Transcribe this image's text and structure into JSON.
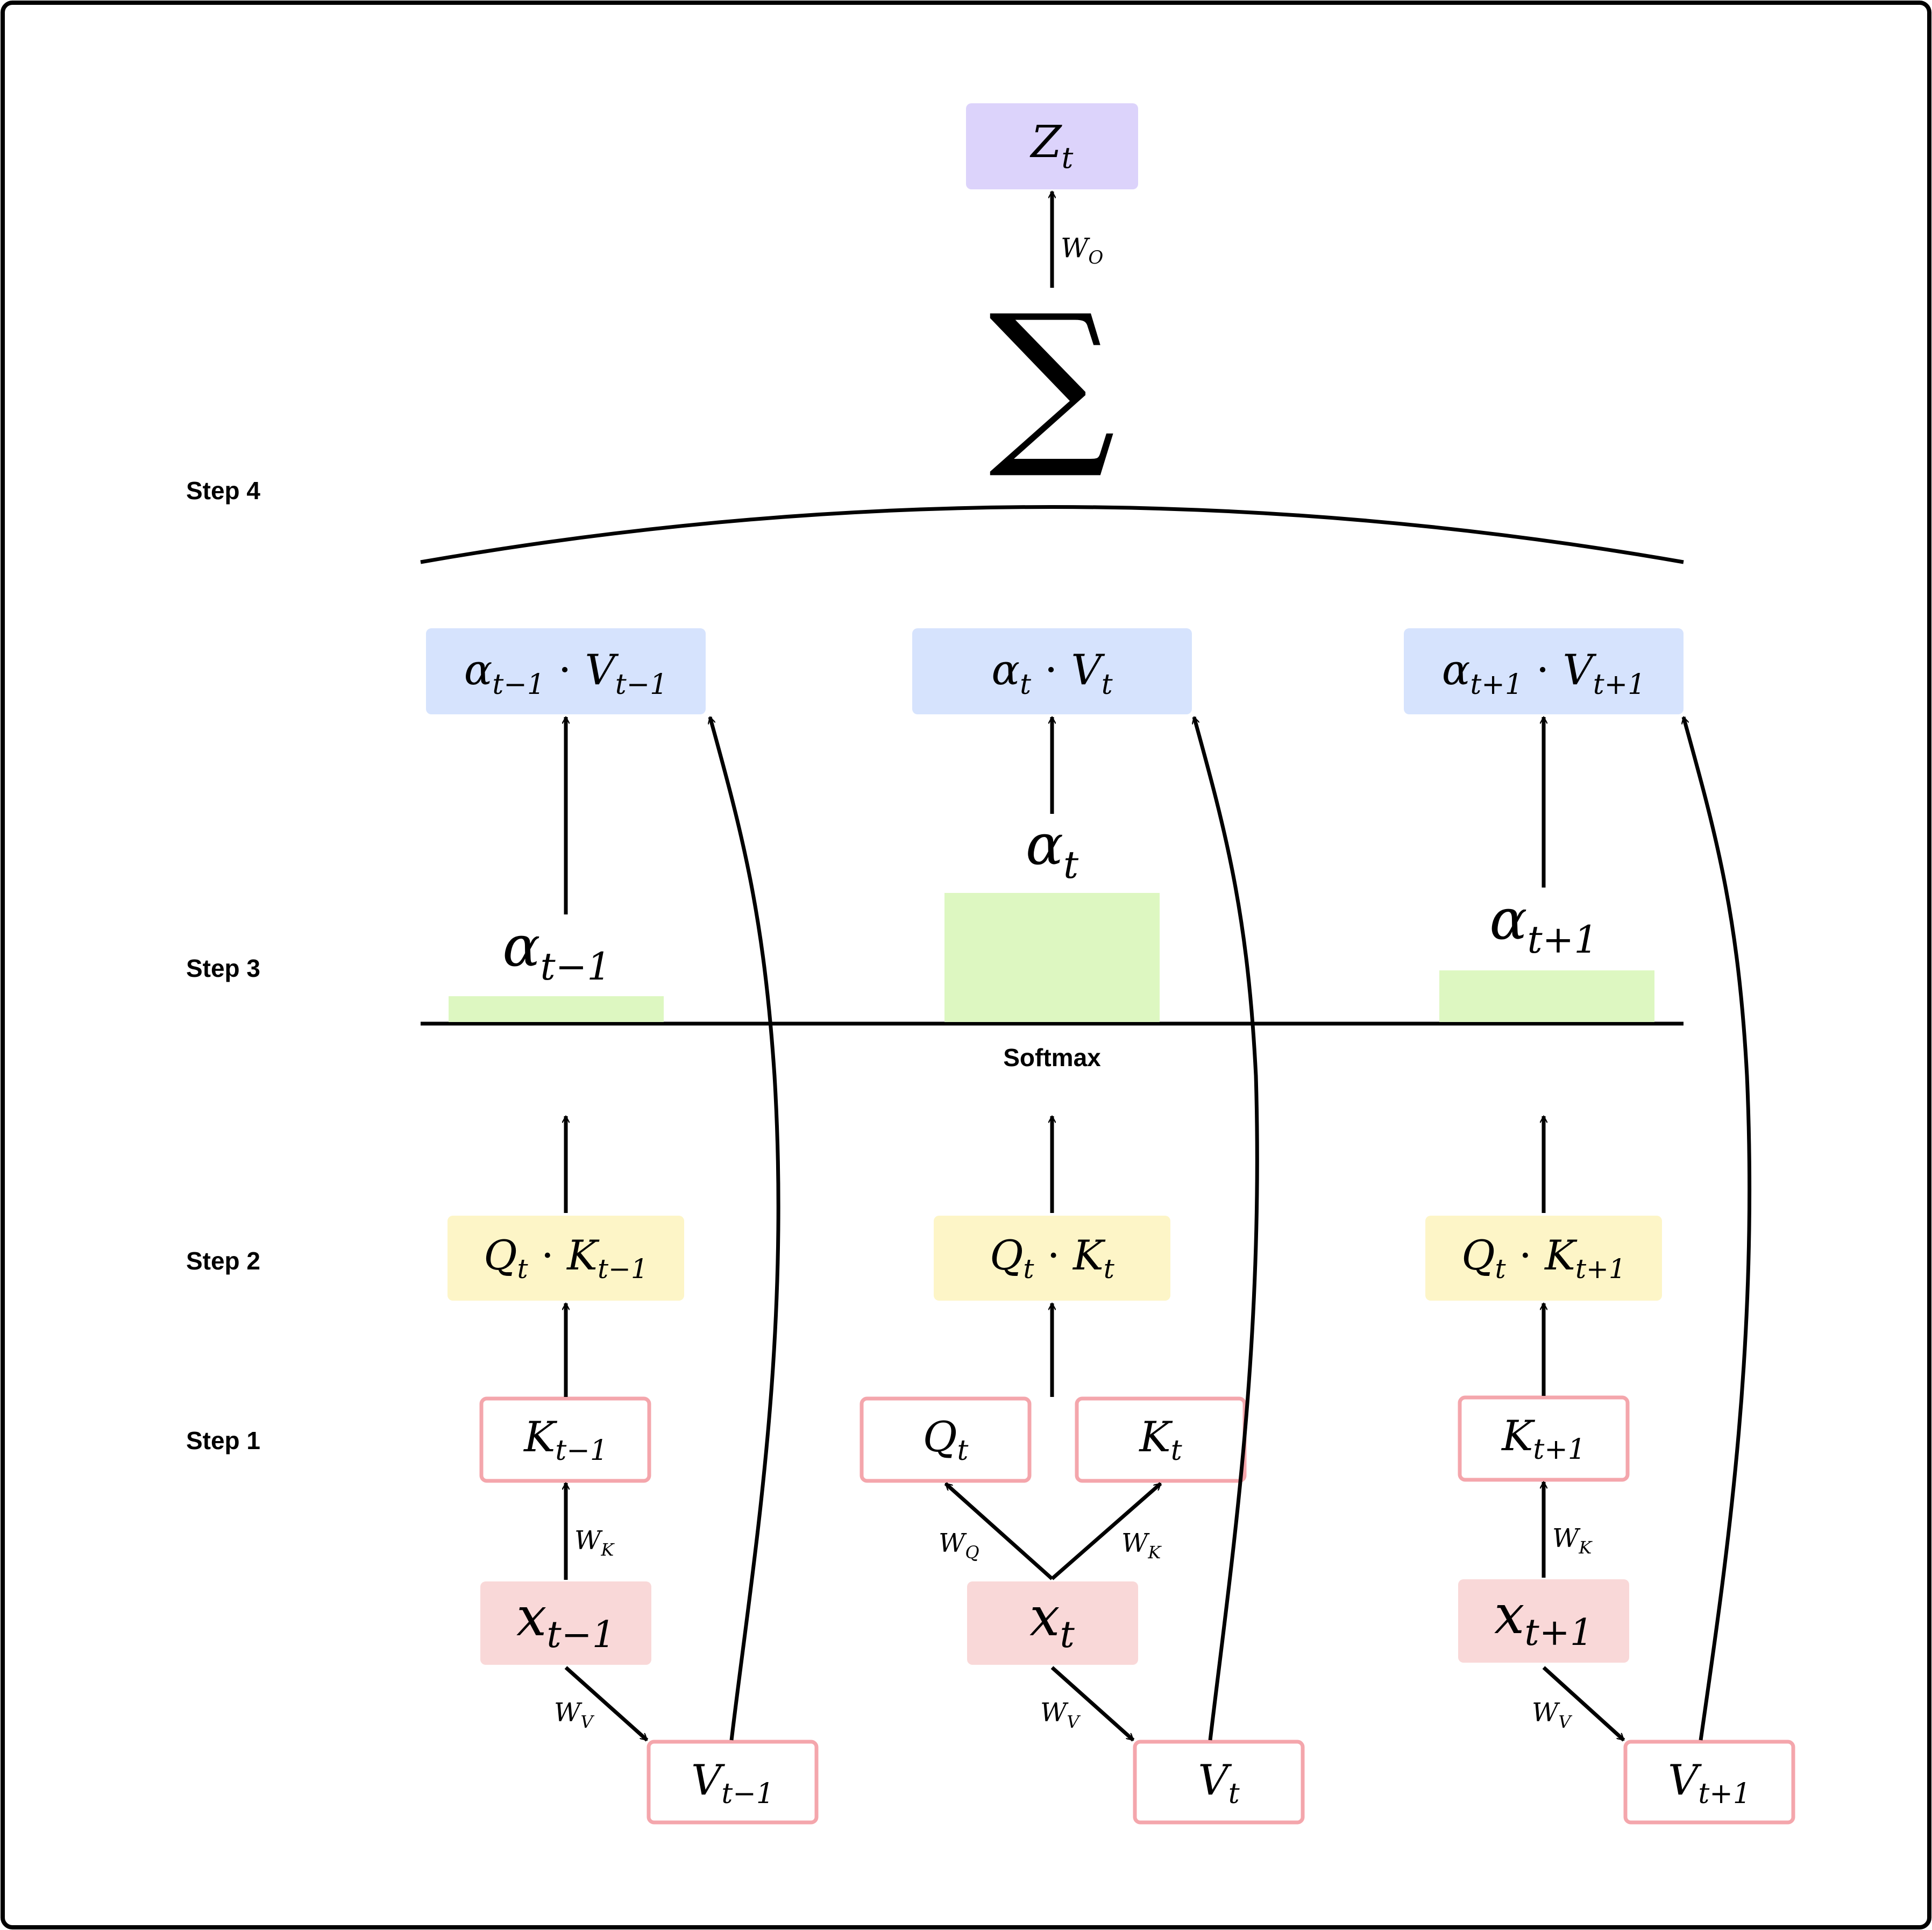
{
  "colors": {
    "output": "#dcd3fb",
    "weighted": "#d6e3fd",
    "bar": "#ddf7c1",
    "score": "#fdf5c7",
    "input": "#f9d8d8",
    "vector_border": "#f4a6ac",
    "stroke": "#000000"
  },
  "step_labels": {
    "step4": "Step 4",
    "step3": "Step 3",
    "step2": "Step 2",
    "step1": "Step 1"
  },
  "softmax_label": "Softmax",
  "output": {
    "base": "Z",
    "sub": "t",
    "weight": {
      "base": "W",
      "sub": "O"
    }
  },
  "sum_symbol": "∑",
  "columns": [
    {
      "id": "prev",
      "x": {
        "base": "x",
        "sub": "t−1"
      },
      "q": null,
      "k": {
        "base": "K",
        "sub": "t−1"
      },
      "v": {
        "base": "V",
        "sub": "t−1"
      },
      "score": {
        "q": "Q",
        "q_sub": "t",
        "dot": "·",
        "k": "K",
        "k_sub": "t−1"
      },
      "alpha": {
        "base": "α",
        "sub": "t−1"
      },
      "alpha_weight": 0.2,
      "weighted": {
        "a": "α",
        "a_sub": "t−1",
        "dot": "·",
        "v": "V",
        "v_sub": "t−1"
      },
      "wk": {
        "base": "W",
        "sub": "K"
      },
      "wq": null,
      "wv": {
        "base": "W",
        "sub": "V"
      }
    },
    {
      "id": "cur",
      "x": {
        "base": "x",
        "sub": "t"
      },
      "q": {
        "base": "Q",
        "sub": "t"
      },
      "k": {
        "base": "K",
        "sub": "t"
      },
      "v": {
        "base": "V",
        "sub": "t"
      },
      "score": {
        "q": "Q",
        "q_sub": "t",
        "dot": "·",
        "k": "K",
        "k_sub": "t"
      },
      "alpha": {
        "base": "α",
        "sub": "t"
      },
      "alpha_weight": 1.0,
      "weighted": {
        "a": "α",
        "a_sub": "t",
        "dot": "·",
        "v": "V",
        "v_sub": "t"
      },
      "wk": {
        "base": "W",
        "sub": "K"
      },
      "wq": {
        "base": "W",
        "sub": "Q"
      },
      "wv": {
        "base": "W",
        "sub": "V"
      }
    },
    {
      "id": "next",
      "x": {
        "base": "x",
        "sub": "t+1"
      },
      "q": null,
      "k": {
        "base": "K",
        "sub": "t+1"
      },
      "v": {
        "base": "V",
        "sub": "t+1"
      },
      "score": {
        "q": "Q",
        "q_sub": "t",
        "dot": "·",
        "k": "K",
        "k_sub": "t+1"
      },
      "alpha": {
        "base": "α",
        "sub": "t+1"
      },
      "alpha_weight": 0.4,
      "weighted": {
        "a": "α",
        "a_sub": "t+1",
        "dot": "·",
        "v": "V",
        "v_sub": "t+1"
      },
      "wk": {
        "base": "W",
        "sub": "K"
      },
      "wq": null,
      "wv": {
        "base": "W",
        "sub": "V"
      }
    }
  ]
}
